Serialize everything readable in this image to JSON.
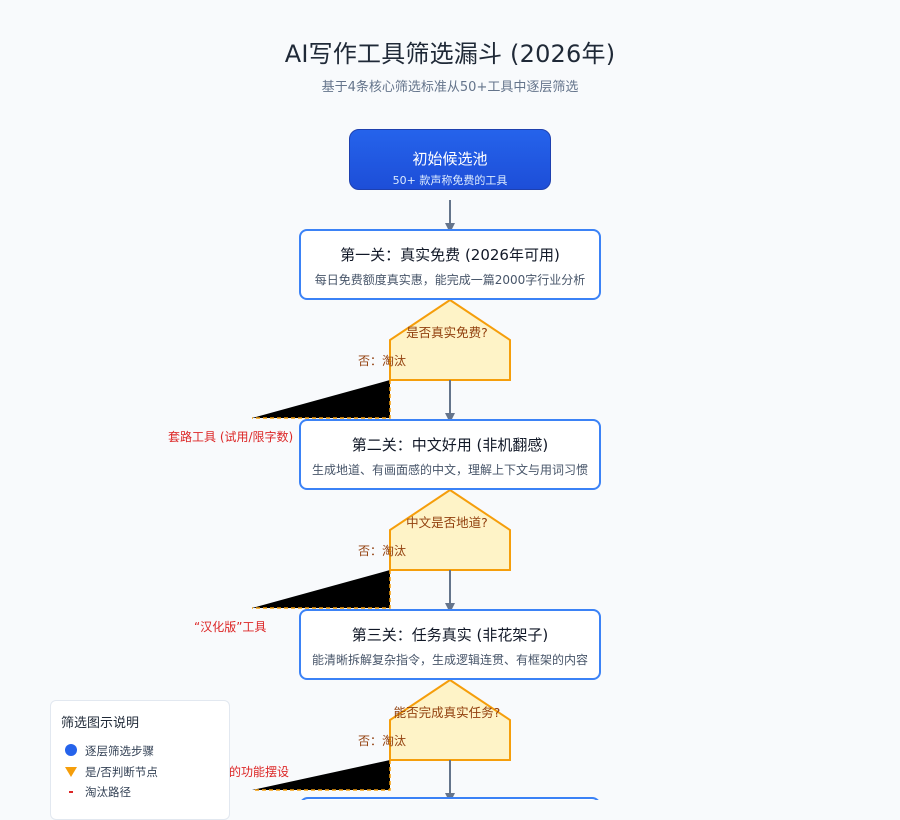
{
  "header": {
    "title": "AI写作工具筛选漏斗 (2026年)",
    "subtitle": "基于4条核心筛选标准从50+工具中逐层筛选"
  },
  "start_node": {
    "title": "初始候选池",
    "subtitle": "50+ 款声称免费的工具"
  },
  "stages": [
    {
      "title": "第一关：真实免费 (2026年可用)",
      "desc": "每日免费额度真实惠，能完成一篇2000字行业分析",
      "question": "是否真实免费?",
      "no_label": "否：淘汰",
      "eliminated": "套路工具 (试用/限字数)"
    },
    {
      "title": "第二关：中文好用 (非机翻感)",
      "desc": "生成地道、有画面感的中文，理解上下文与用词习惯",
      "question": "中文是否地道?",
      "no_label": "否：淘汰",
      "eliminated": "“汉化版”工具"
    },
    {
      "title": "第三关：任务真实 (非花架子)",
      "desc": "能清晰拆解复杂指令，生成逻辑连贯、有框架的内容",
      "question": "能否完成真实任务?",
      "no_label": "否：淘汰",
      "eliminated": "的功能摆设"
    }
  ],
  "legend": {
    "title": "筛选图示说明",
    "items": [
      {
        "label": "逐层筛选步骤",
        "symbol": "blue-dot-icon"
      },
      {
        "label": "是/否判断节点",
        "symbol": "orange-triangle-icon"
      },
      {
        "label": "淘汰路径",
        "symbol": "red-dash-icon"
      }
    ]
  },
  "colors": {
    "primary": "#2563eb",
    "stage_border": "#3b82f6",
    "decision_fill": "#fef3c7",
    "decision_stroke": "#f59e0b",
    "eliminate": "#dc2626",
    "arrow": "#64748b"
  }
}
